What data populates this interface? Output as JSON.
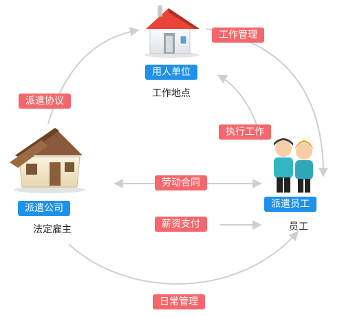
{
  "colors": {
    "label_red": "#f4676c",
    "label_blue": "#1f91e8",
    "arrow": "#cccccc"
  },
  "nodes": {
    "employer": {
      "label": "用人单位",
      "sublabel": "工作地点",
      "icon": "house-red-roof-icon"
    },
    "agency": {
      "label": "派遣公司",
      "sublabel": "法定雇主",
      "icon": "house-brown-roof-icon"
    },
    "employee": {
      "label": "派遣员工",
      "sublabel": "员工",
      "icon": "two-workers-icon"
    }
  },
  "relations": {
    "dispatch_agreement": "派遣协议",
    "work_management": "工作管理",
    "perform_work": "执行工作",
    "labor_contract": "劳动合同",
    "salary_payment": "薪资支付",
    "daily_management": "日常管理"
  }
}
